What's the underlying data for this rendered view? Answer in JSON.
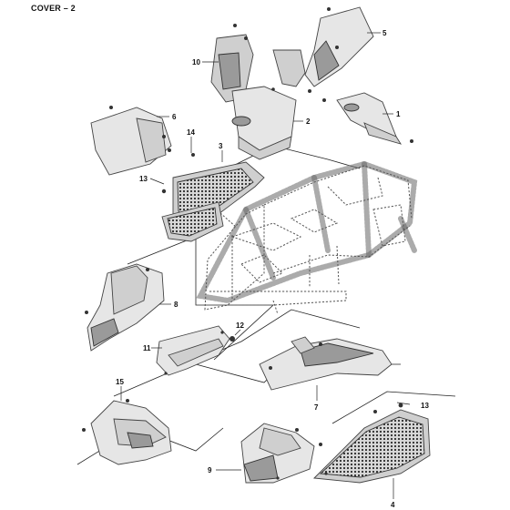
{
  "title": "COVER – 2",
  "callouts": {
    "c1": "1",
    "c2": "2",
    "c3": "3",
    "c4": "4",
    "c5": "5",
    "c6": "6",
    "c7": "7",
    "c8": "8",
    "c9": "9",
    "c10": "10",
    "c11": "11",
    "c12": "12",
    "c13a": "13",
    "c13b": "13",
    "c14": "14",
    "c15": "15"
  }
}
